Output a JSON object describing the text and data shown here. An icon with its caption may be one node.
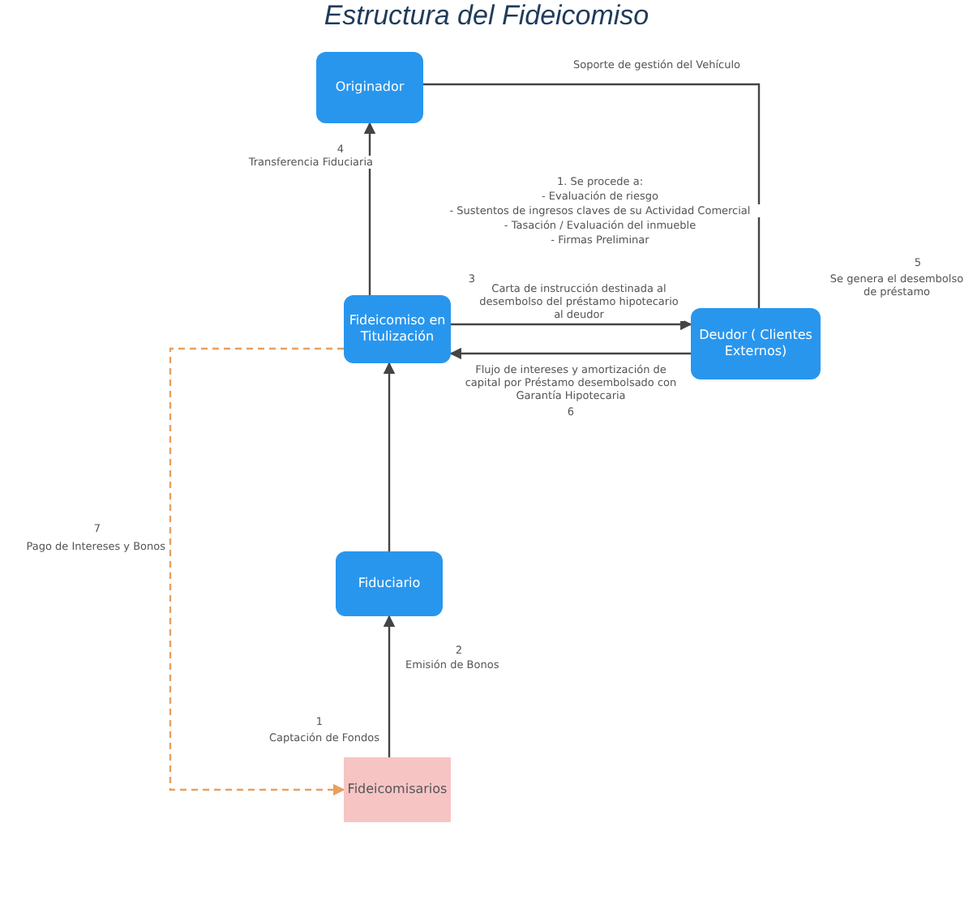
{
  "diagram": {
    "title": "Estructura del Fideicomiso",
    "nodes": [
      {
        "text": [
          "Originador"
        ]
      },
      {
        "text": [
          "Fideicomiso en Titulización"
        ]
      },
      {
        "text": [
          "Deudor ( Clientes Externos)"
        ]
      },
      {
        "text": [
          "Fiduciario"
        ]
      },
      {
        "text": [
          "Fideicomisarios"
        ]
      }
    ],
    "edges": [
      {
        "from": 1,
        "to": 0,
        "arrow": "to",
        "label": "Transferencia Fiduciaria"
      },
      {
        "from": 2,
        "to": 0,
        "arrow": "none",
        "label": "Soporte de gestión del Vehículo"
      },
      {
        "from": 1,
        "to": 2,
        "arrow": "to",
        "label": "Carta de instrucción destinada al desembolso del préstamo hipotecario al deudor"
      },
      {
        "from": 2,
        "to": 1,
        "arrow": "to",
        "label": "Flujo de intereses y amortización de capital por Préstamo desembolsado con Garantía Hipotecaria"
      },
      {
        "from": 3,
        "to": 1,
        "arrow": "to"
      },
      {
        "from": 4,
        "to": 3,
        "arrow": "to",
        "label": "Emisión de Bonos"
      },
      {
        "from": 1,
        "to": 4,
        "arrow": "to",
        "label": "Pago de Intereses y Bonos",
        "style": "dashed",
        "color": "#e8a060"
      }
    ],
    "labels": [
      "1. Se procede a:",
      "- Evaluación de riesgo",
      "- Sustentos de ingresos claves de su Actividad Comercial",
      "- Tasación / Evaluación del inmueble",
      "- Firmas Preliminar",
      "4",
      "3",
      "5",
      "Se genera el desembolso de préstamo",
      "6",
      "7",
      "2",
      "1",
      "Captación de Fondos"
    ]
  }
}
